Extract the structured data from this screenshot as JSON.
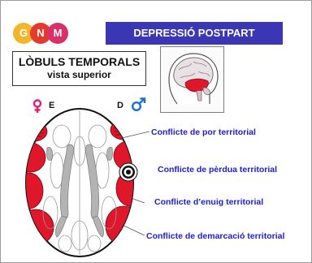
{
  "logo": {
    "letters": [
      "G",
      "N",
      "M"
    ],
    "colors": [
      "#f3b52c",
      "#e23a2b",
      "#d92f6a"
    ]
  },
  "banner": {
    "title": "DEPRESSIÓ POSTPART",
    "bg_color": "#3b37b4"
  },
  "title_box": {
    "line1": "LÒBULS TEMPORALS",
    "line2": "vista superior"
  },
  "sides": {
    "left": {
      "letter": "E",
      "symbol": "female-symbol-icon",
      "symbol_color": "#e8196e"
    },
    "right": {
      "letter": "D",
      "symbol": "male-symbol-icon",
      "symbol_color": "#1a6fd6"
    }
  },
  "labels": [
    "Conflicte de por territorial",
    "Conflicte de pèrdua territorial",
    "Conflicte d’enuig territorial",
    "Conflicte de demarcació territorial"
  ],
  "colors": {
    "lobe_red": "#e0162b",
    "label_blue": "#1c1cd2",
    "ventricle_grey": "#b3b3b3"
  }
}
